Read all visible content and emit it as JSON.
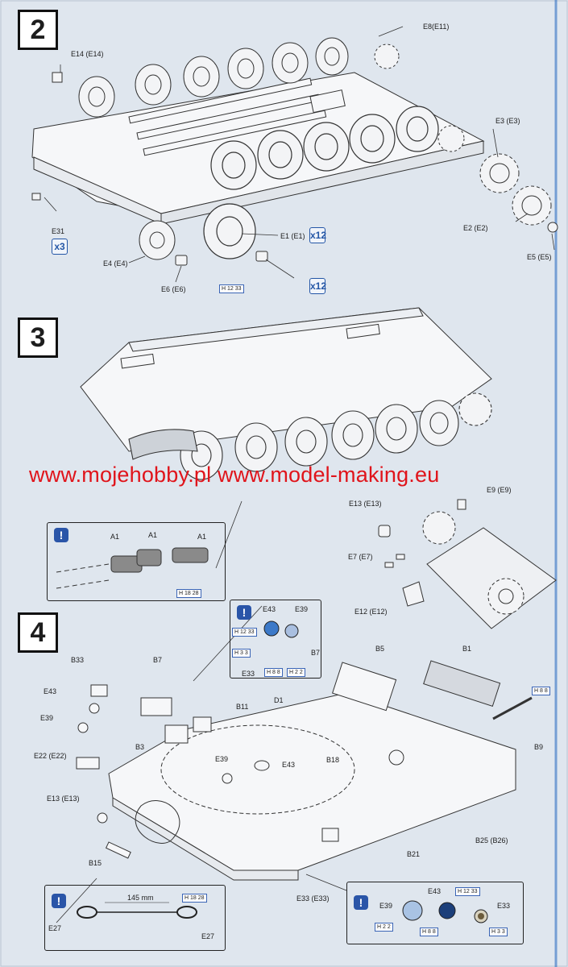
{
  "steps": [
    {
      "number": "2"
    },
    {
      "number": "3"
    },
    {
      "number": "4"
    }
  ],
  "watermark": "www.mojehobby.pl www.model-making.eu",
  "step2": {
    "labels": {
      "e8": "E8(E11)",
      "e14": "E14 (E14)",
      "e3": "E3 (E3)",
      "e2": "E2 (E2)",
      "e5": "E5 (E5)",
      "e31": "E31",
      "e4": "E4 (E4)",
      "e6": "E6 (E6)",
      "e1": "E1 (E1)"
    },
    "qty_x3": "x3",
    "qty_x12_a": "x12",
    "qty_x12_b": "x12",
    "paint": "H 12 33"
  },
  "step3": {
    "inset_left": {
      "labels": [
        "A1",
        "A1",
        "A1"
      ],
      "paint": "H 18 28"
    },
    "inset_right": {
      "labels": {
        "e13": "E13 (E13)",
        "e9": "E9 (E9)",
        "e7": "E7 (E7)",
        "e12": "E12 (E12)"
      }
    }
  },
  "step4": {
    "labels": {
      "b33": "B33",
      "b7": "B7",
      "e43": "E43",
      "e39": "E39",
      "b11": "B11",
      "d1": "D1",
      "b5": "B5",
      "b1": "B1",
      "b3": "B3",
      "e22": "E22 (E22)",
      "e39b": "E39",
      "e43b": "E43",
      "b18": "B18",
      "b9": "B9",
      "e13": "E13 (E13)",
      "b15": "B15",
      "b21": "B21",
      "b25": "B25 (B26)",
      "e33": "E33 (E33)"
    },
    "detail_top": {
      "e43": "E43",
      "e39": "E39",
      "b7": "B7",
      "e33": "E33",
      "paints": [
        "H 12 33",
        "H 3 3",
        "H 8 8",
        "H 2 2"
      ]
    },
    "tow_cable": {
      "length": "145 mm",
      "left": "E27",
      "right": "E27",
      "paint": "H 18 28"
    },
    "detail_bottom": {
      "e39": "E39",
      "e43": "E43",
      "e33": "E33",
      "paints": [
        "H 12 33",
        "H 2 2",
        "H 8 8",
        "H 3 3"
      ]
    },
    "b9_paint": "H 8 8"
  },
  "colors": {
    "accent": "#2a55a8",
    "watermark": "#e0141b"
  }
}
